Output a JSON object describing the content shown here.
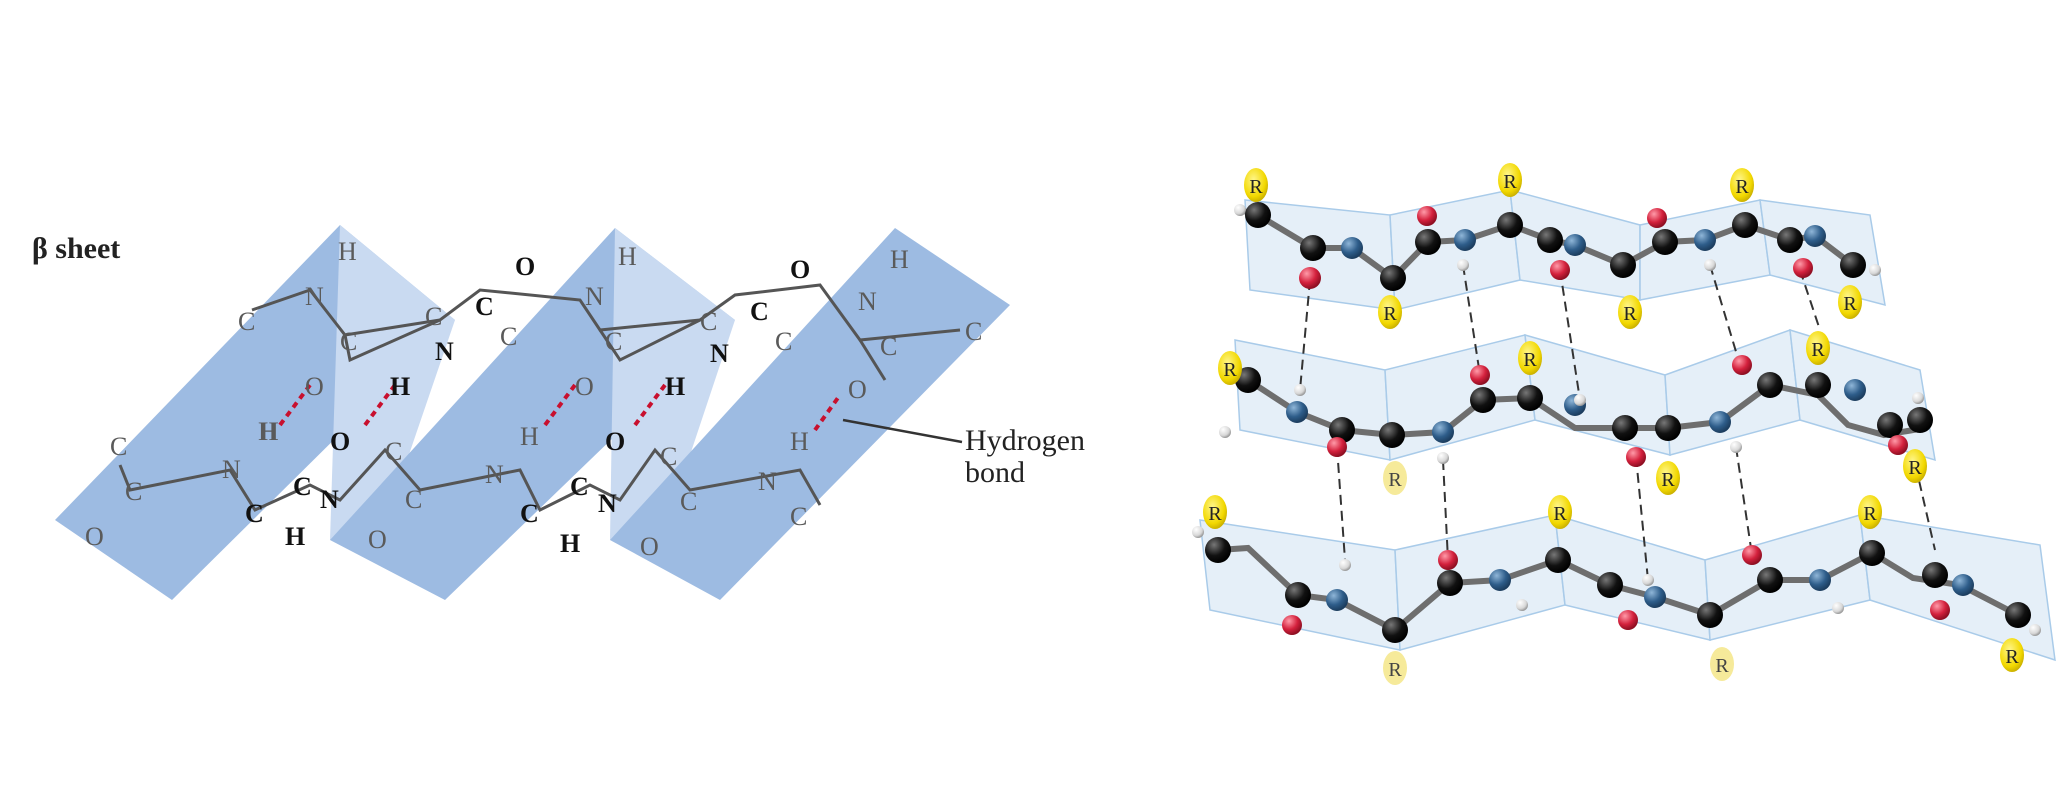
{
  "title": "β sheet",
  "callout": {
    "line1": "Hydrogen",
    "line2": "bond"
  },
  "colors": {
    "sheet_dark": "#9dbbe2",
    "sheet_light": "#c9daf1",
    "hbond": "#c8102e",
    "carbon": "#111111",
    "nitrogen": "#2e5d8a",
    "oxygen": "#d4213d",
    "hydrogen": "#e8e8e8",
    "r_group": "#f2d800",
    "plane": "#dce9f6"
  },
  "atoms": {
    "c": "C",
    "n": "N",
    "o": "O",
    "h": "H",
    "r": "R"
  }
}
